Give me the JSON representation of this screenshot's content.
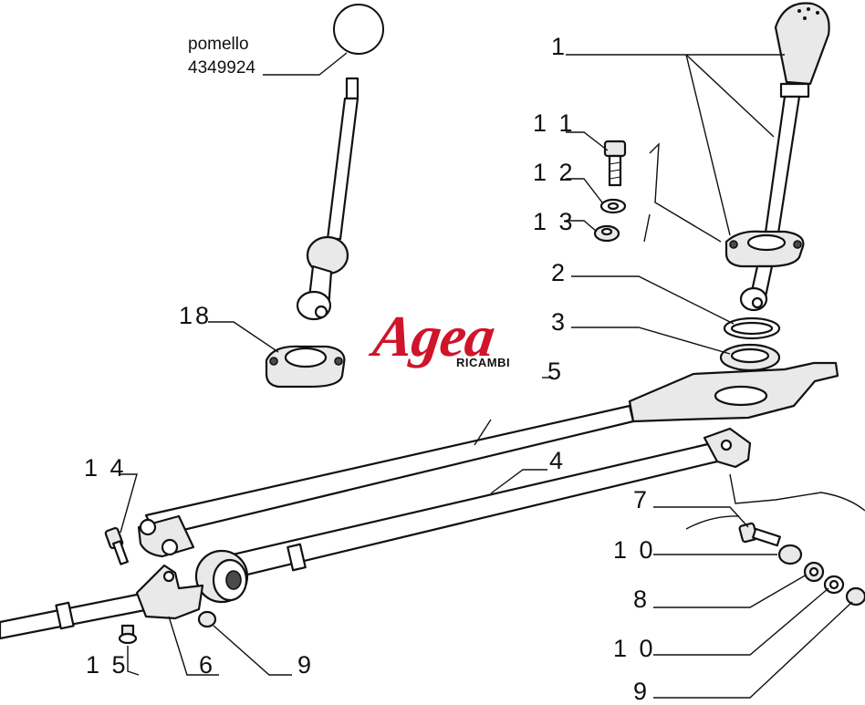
{
  "knob_note": {
    "name": "pomello",
    "code": "4349924"
  },
  "logo": {
    "word": "Agea",
    "sub": "RICAMBI"
  },
  "callouts": {
    "c1": "1",
    "c11": "1 1",
    "c12": "1 2",
    "c13": "1 3",
    "c2": "2",
    "c3": "3",
    "c5": "5",
    "c18": "18",
    "c4": "4",
    "c14": "1 4",
    "c7": "7",
    "c10a": "1 0",
    "c8": "8",
    "c10b": "1 0",
    "c9a": "9",
    "c15": "1 5",
    "c6": "6",
    "c9b": "9"
  },
  "colors": {
    "logo_red": "#d0142a",
    "ink": "#111111"
  }
}
